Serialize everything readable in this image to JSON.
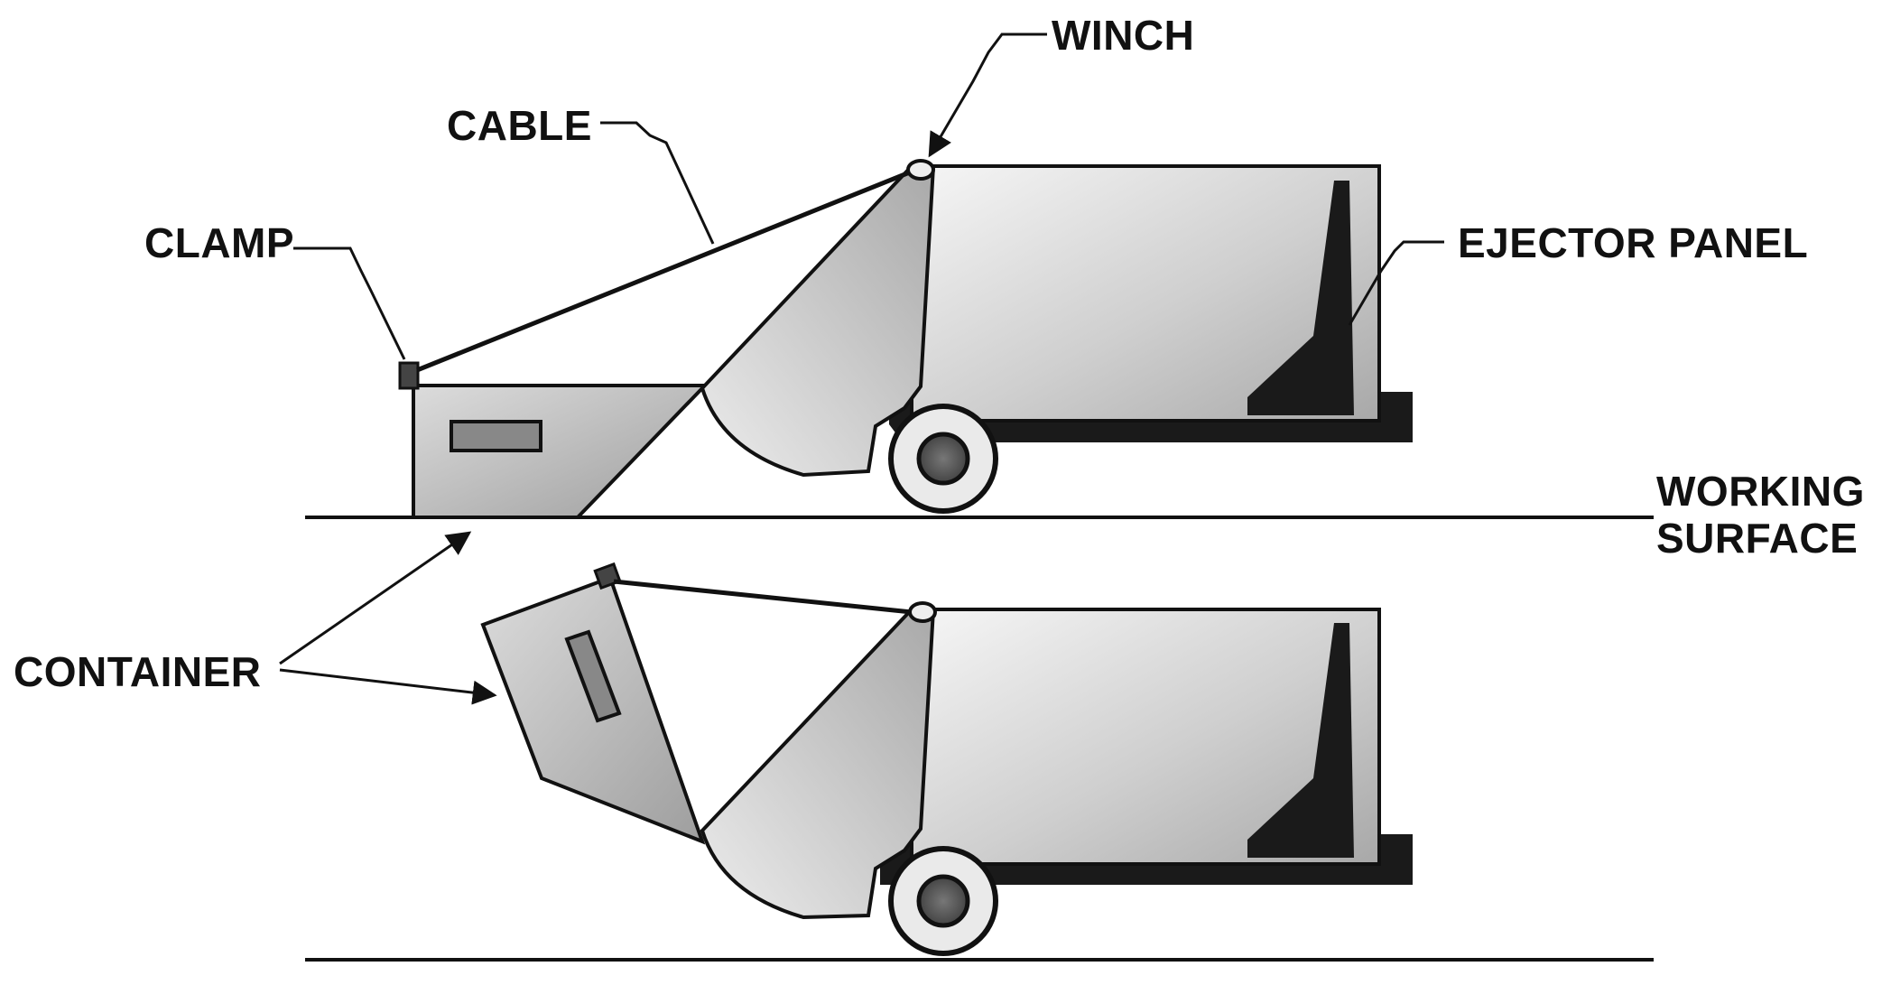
{
  "labels": {
    "winch": "WINCH",
    "cable": "CABLE",
    "clamp": "CLAMP",
    "ejector_panel": "EJECTOR PANEL",
    "working_surface_line1": "WORKING",
    "working_surface_line2": "SURFACE",
    "container": "CONTAINER"
  },
  "colors": {
    "ink": "#111111",
    "body_shade": "#b9b9b9",
    "body_light": "#f4f4f4",
    "dark_fill": "#1a1a1a"
  }
}
